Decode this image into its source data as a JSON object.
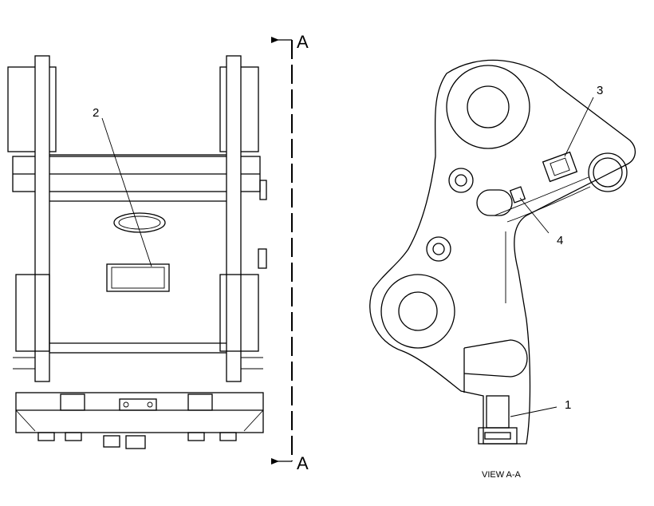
{
  "section_marker": {
    "top": "A",
    "bottom": "A"
  },
  "callouts": {
    "c1": "1",
    "c2": "2",
    "c3": "3",
    "c4": "4"
  },
  "view_caption": "VIEW A-A"
}
